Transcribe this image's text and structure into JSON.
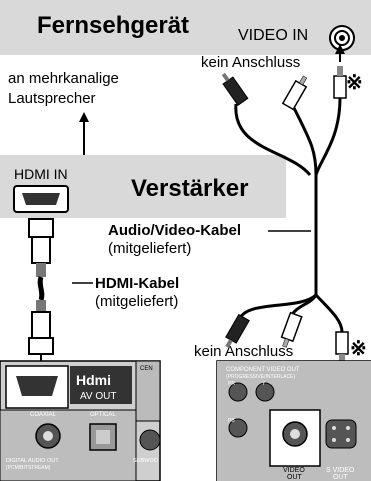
{
  "tv": {
    "title": "Fernsehgerät",
    "video_in": "VIDEO IN"
  },
  "speakers": {
    "line1": "an mehrkanalige",
    "line2": "Lautsprecher"
  },
  "amplifier": {
    "title": "Verstärker",
    "hdmi_in": "HDMI IN"
  },
  "no_connection_top": "kein Anschluss",
  "no_connection_bottom": "kein Anschluss",
  "note_mark": "※",
  "av_cable": {
    "name": "Audio/Video-Kabel",
    "note": "(mitgeliefert)"
  },
  "hdmi_cable": {
    "name": "HDMI-Kabel",
    "note": "(mitgeliefert)"
  },
  "player_left": {
    "hdmi_logo": "Hdmi",
    "av_out": "AV OUT",
    "coaxial": "COAXIAL",
    "optical": "OPTICAL",
    "digital_audio_out": "DIGITAL AUDIO OUT",
    "pcm_bitstream": "(PCM/BITSTREAM)",
    "center_partial": "CEN",
    "subwoofer_partial": "SUBWOO"
  },
  "player_right": {
    "component_video_out": "COMPONENT VIDEO OUT",
    "progressive": "(PROGRESSIVE/INTERLACE)",
    "pr": "PR",
    "y": "Y",
    "pb": "PB",
    "video_out_1": "VIDEO",
    "video_out_2": "OUT",
    "svideo_1": "S VIDEO",
    "svideo_2": "OUT"
  },
  "colors": {
    "panel_gray": "#d9d9d9",
    "device_gray": "#cfcfcf",
    "dark": "#333333"
  }
}
